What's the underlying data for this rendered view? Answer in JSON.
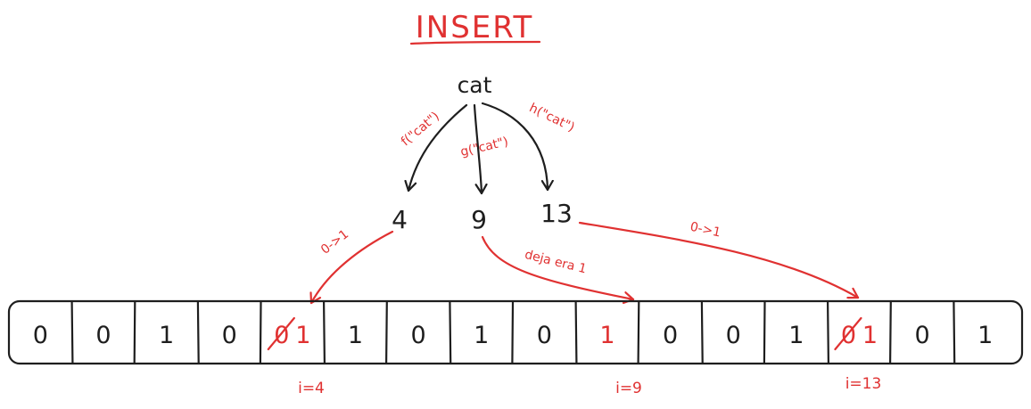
{
  "title": "INSERT",
  "key": "cat",
  "hash_functions": [
    {
      "label": "f(\"cat\")",
      "result": "4"
    },
    {
      "label": "g(\"cat\")",
      "result": "9"
    },
    {
      "label": "h(\"cat\")",
      "result": "13"
    }
  ],
  "array": {
    "cells": [
      "0",
      "0",
      "1",
      "0",
      "1",
      "1",
      "0",
      "1",
      "0",
      "1",
      "0",
      "0",
      "1",
      "1",
      "0",
      "1"
    ],
    "crossed_old_value": "0",
    "highlighted_indices": [
      4,
      9,
      13
    ]
  },
  "annotations": {
    "arrow_4": "0->1",
    "arrow_9": "deja era 1",
    "arrow_13": "0->1"
  },
  "index_labels": [
    "i=4",
    "i=9",
    "i=13"
  ],
  "colors": {
    "ink": "#1e1e1e",
    "highlight": "#e03131",
    "background": "#ffffff"
  }
}
